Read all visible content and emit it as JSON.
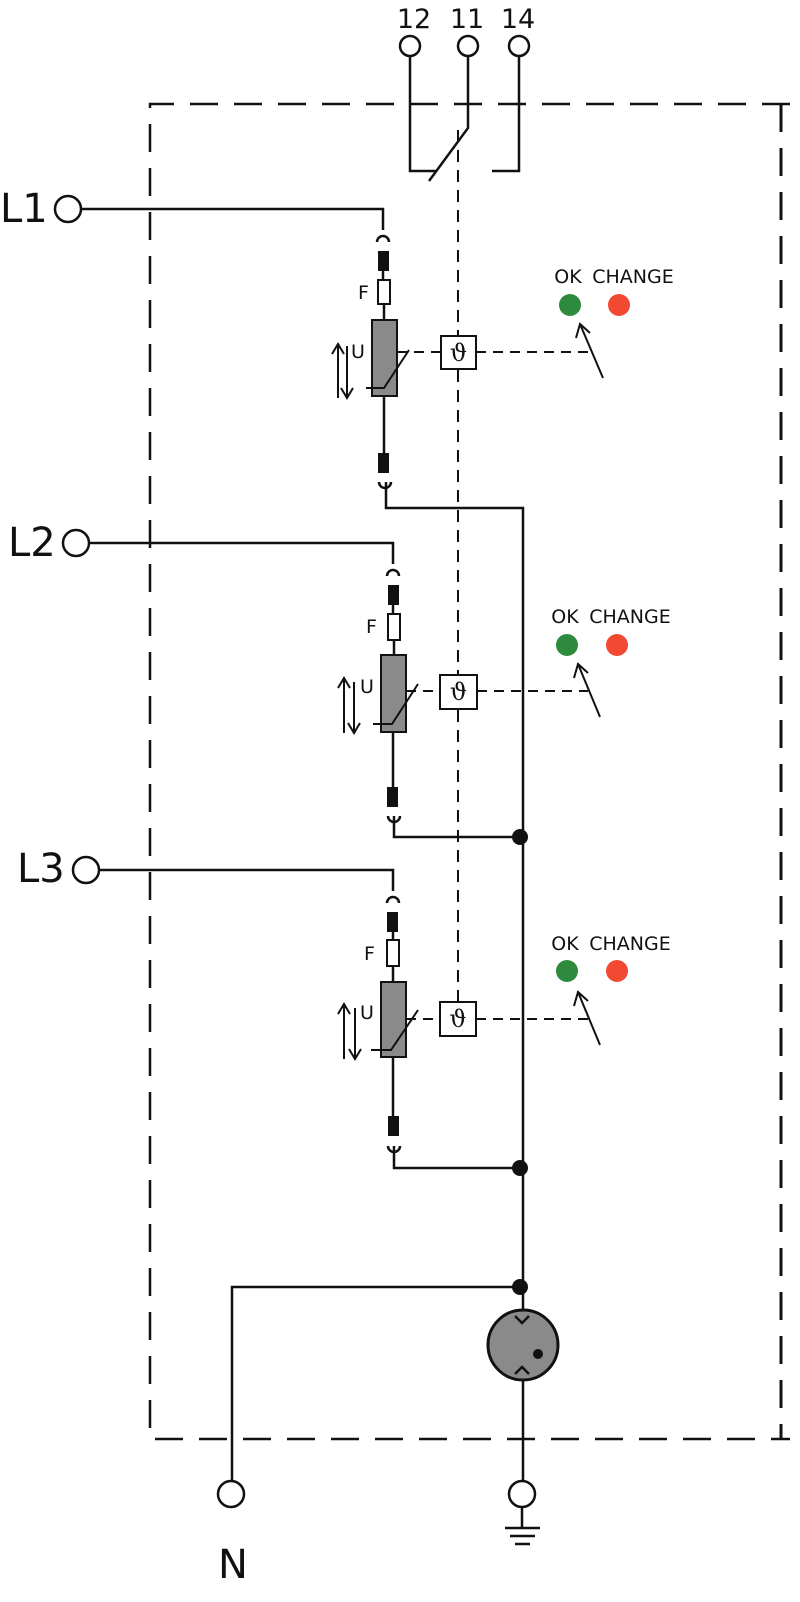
{
  "relay_contacts": {
    "t12": "12",
    "t11": "11",
    "t14": "14"
  },
  "phases": [
    {
      "label": "L1",
      "fuse_label": "F",
      "varistor_label": "U",
      "thermal_symbol": "ϑ",
      "ok_label": "OK",
      "change_label": "CHANGE"
    },
    {
      "label": "L2",
      "fuse_label": "F",
      "varistor_label": "U",
      "thermal_symbol": "ϑ",
      "ok_label": "OK",
      "change_label": "CHANGE"
    },
    {
      "label": "L3",
      "fuse_label": "F",
      "varistor_label": "U",
      "thermal_symbol": "ϑ",
      "ok_label": "OK",
      "change_label": "CHANGE"
    }
  ],
  "neutral": {
    "label": "N"
  },
  "colors": {
    "ok_indicator": "#2e8b3d",
    "change_indicator": "#f24a32",
    "component_fill": "#8a8a8a",
    "line": "#111111"
  }
}
